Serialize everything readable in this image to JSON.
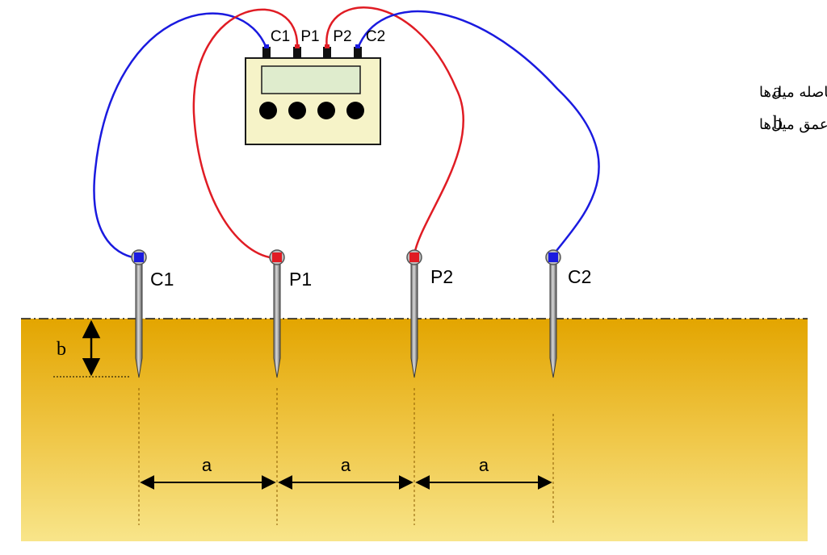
{
  "colors": {
    "current_wire": "#1a1adf",
    "potential_wire": "#e01c24",
    "ground_top": "#e3a500",
    "ground_bottom": "#f8e58a",
    "meter_body": "#f6f3c8",
    "meter_display": "#dfeccd"
  },
  "meter": {
    "terminals": [
      "C1",
      "P1",
      "P2",
      "C2"
    ]
  },
  "electrodes": [
    {
      "label": "C1",
      "wire": "current"
    },
    {
      "label": "P1",
      "wire": "potential"
    },
    {
      "label": "P2",
      "wire": "potential"
    },
    {
      "label": "C2",
      "wire": "current"
    }
  ],
  "dimensions": {
    "spacing_label": "a",
    "depth_label": "b"
  },
  "legend": [
    {
      "symbol": "a",
      "text": "فاصله میل‌ها"
    },
    {
      "symbol": "b",
      "text": "عمق میل‌ها"
    }
  ]
}
